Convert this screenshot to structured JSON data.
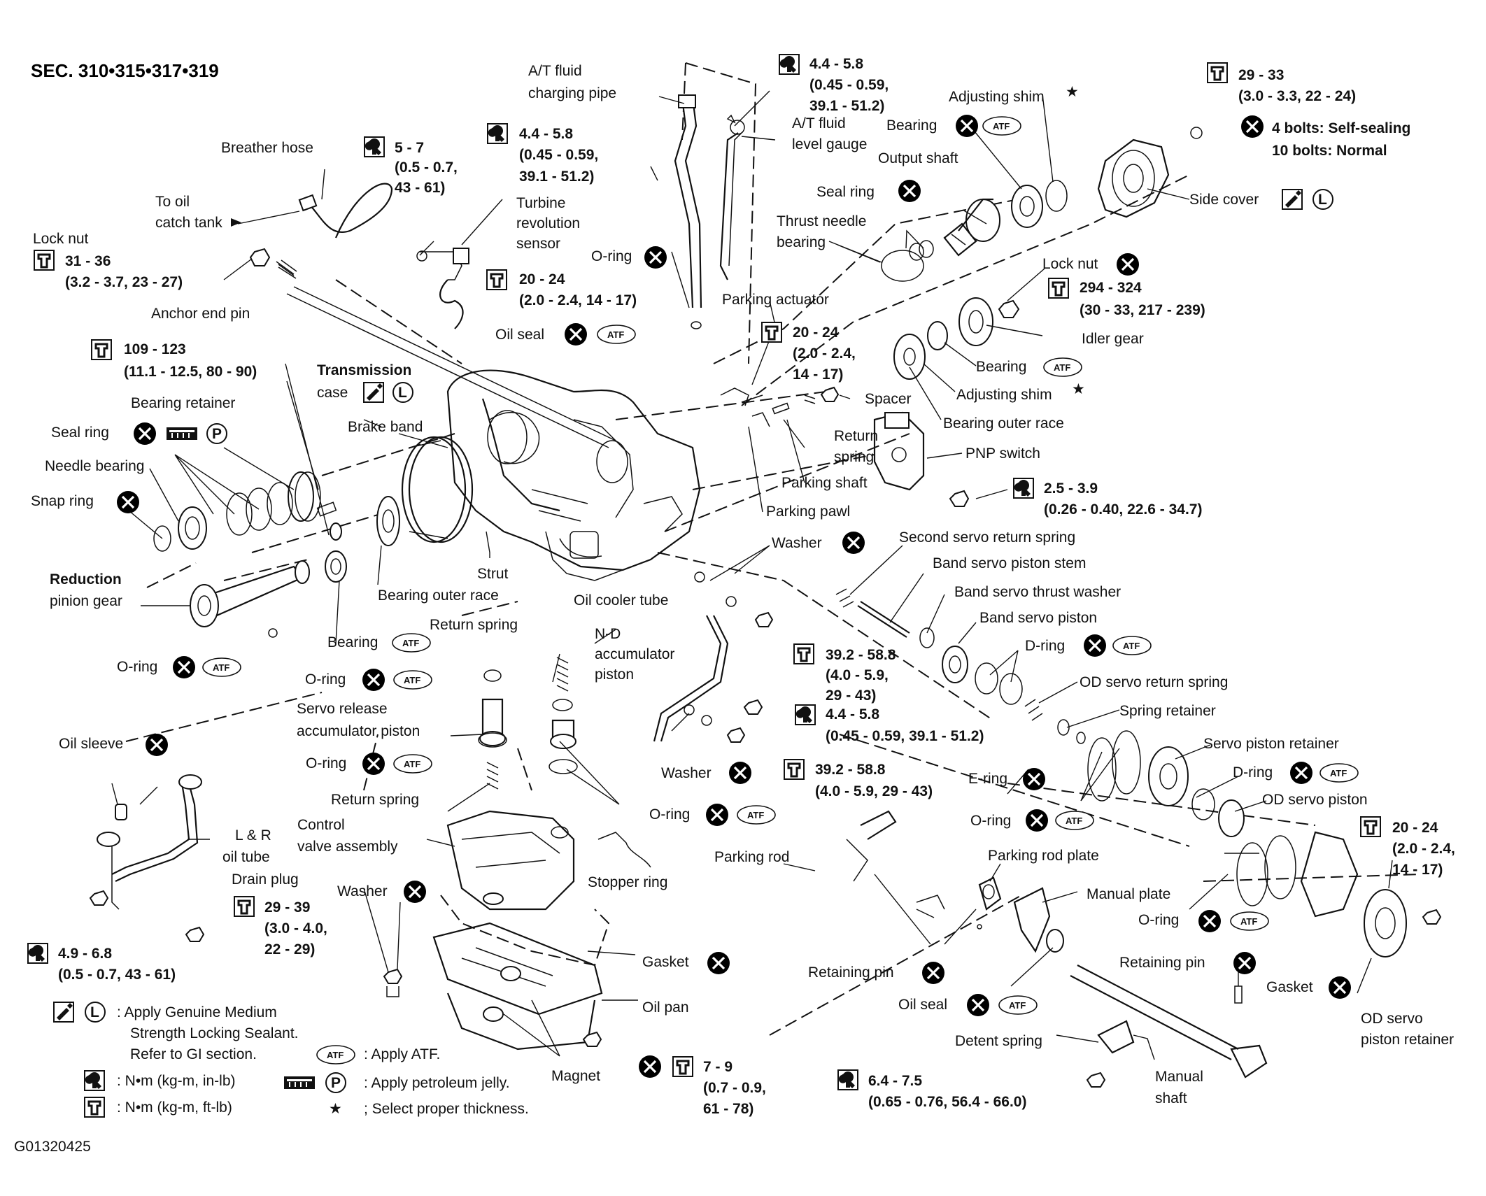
{
  "header": {
    "section": "SEC. 310•315•317•319"
  },
  "figure_id": "G01320425",
  "legend": {
    "sealant": {
      "text": ": Apply Genuine Medium",
      "line2": "Strength Locking Sealant.",
      "line3": "Refer to GI section."
    },
    "atf": {
      "text": ": Apply ATF."
    },
    "torque_lb": {
      "text": ": N•m (kg-m, in-lb)"
    },
    "jelly": {
      "text": ": Apply petroleum jelly."
    },
    "torque_ft": {
      "text": ": N•m (kg-m, ft-lb)"
    },
    "star": {
      "text": ";  Select proper thickness."
    },
    "atf_badge": "ATF",
    "letters": {
      "L": "L",
      "P": "P"
    },
    "star_glyph": "★"
  },
  "labels": {
    "at_fluid_charging_pipe": [
      "A/T fluid",
      "charging pipe"
    ],
    "torque_top_center": [
      "4.4 - 5.8",
      "(0.45 - 0.59,",
      "39.1 - 51.2)"
    ],
    "at_fluid_level_gauge": [
      "A/T fluid",
      "level gauge"
    ],
    "torque_sidecover": [
      "29 - 33",
      "(3.0 - 3.3, 22 - 24)"
    ],
    "bolts_note": [
      "4 bolts: Self-sealing",
      "10 bolts: Normal"
    ],
    "adjusting_shim_top": "Adjusting shim",
    "bearing_top": "Bearing",
    "output_shaft": "Output shaft",
    "side_cover": "Side cover",
    "breather_hose": "Breather hose",
    "torque_breather": [
      "5 - 7",
      "(0.5 - 0.7,",
      "43 - 61)"
    ],
    "torque_turbine": [
      "4.4 - 5.8",
      "(0.45 - 0.59,",
      "39.1 - 51.2)"
    ],
    "turbine_sensor": [
      "Turbine",
      "revolution",
      "sensor"
    ],
    "to_oil_catch_tank": [
      "To oil",
      "catch tank"
    ],
    "seal_ring_top": "Seal ring",
    "thrust_needle_bearing": [
      "Thrust needle",
      "bearing"
    ],
    "lock_nut_left": "Lock nut",
    "torque_locknut_left": [
      "31 - 36",
      "(3.2 - 3.7, 23 - 27)"
    ],
    "o_ring_top": "O-ring",
    "torque_20_24_a": [
      "20 - 24",
      "(2.0 - 2.4, 14 - 17)"
    ],
    "anchor_end_pin": "Anchor end pin",
    "lock_nut_right": "Lock nut",
    "torque_294": [
      "294 - 324",
      "(30 - 33, 217 - 239)"
    ],
    "parking_actuator": "Parking actuator",
    "oil_seal_top": "Oil seal",
    "idler_gear": "Idler gear",
    "torque_109": [
      "109 - 123",
      "(11.1 - 12.5, 80 - 90)"
    ],
    "torque_20_24_b": [
      "20 - 24",
      "(2.0 - 2.4,",
      "14 - 17)"
    ],
    "bearing_idler": "Bearing",
    "transmission_case": [
      "Transmission",
      "case"
    ],
    "adjusting_shim_mid": "Adjusting shim",
    "spacer": "Spacer",
    "bearing_retainer": "Bearing retainer",
    "bearing_outer_race_right": "Bearing outer race",
    "brake_band": "Brake band",
    "seal_ring_left": "Seal ring",
    "return_spring_park": [
      "Return",
      "spring"
    ],
    "pnp_switch": "PNP switch",
    "needle_bearing": "Needle bearing",
    "parking_shaft": "Parking shaft",
    "torque_25": [
      "2.5 - 3.9",
      "(0.26 - 0.40, 22.6 - 34.7)"
    ],
    "snap_ring": "Snap ring",
    "parking_pawl": "Parking pawl",
    "washer_top": "Washer",
    "second_servo_return_spring": "Second servo return spring",
    "strut": "Strut",
    "band_servo_piston_stem": "Band servo piston stem",
    "reduction_pinion_gear": [
      "Reduction",
      "pinion gear"
    ],
    "bearing_outer_race_left": "Bearing outer race",
    "oil_cooler_tube": "Oil cooler tube",
    "band_servo_thrust_washer": "Band servo thrust washer",
    "return_spring_mid": "Return spring",
    "nd_accumulator_piston": [
      "N-D",
      "accumulator",
      "piston"
    ],
    "band_servo_piston": "Band servo piston",
    "bearing_left": "Bearing",
    "torque_392_a": [
      "39.2 - 58.8",
      "(4.0 - 5.9,",
      "29 - 43)"
    ],
    "d_ring_top": "D-ring",
    "o_ring_left": "O-ring",
    "o_ring_mid1": "O-ring",
    "od_servo_return_spring": "OD servo return spring",
    "servo_release_accumulator_piston": [
      "Servo release",
      "accumulator piston"
    ],
    "torque_44_bottom": [
      "4.4 - 5.8",
      "(0.45 - 0.59, 39.1 - 51.2)"
    ],
    "spring_retainer": "Spring retainer",
    "oil_sleeve": "Oil sleeve",
    "o_ring_mid2": "O-ring",
    "servo_piston_retainer": "Servo piston retainer",
    "washer_mid": "Washer",
    "torque_392_b": [
      "39.2 - 58.8",
      "(4.0 - 5.9, 29 - 43)"
    ],
    "e_ring": "E-ring",
    "d_ring_right": "D-ring",
    "return_spring_low": "Return spring",
    "od_servo_piston": "OD servo piston",
    "control_valve_assembly": [
      "Control",
      "valve assembly"
    ],
    "o_ring_cv": "O-ring",
    "o_ring_servo": "O-ring",
    "lr_oil_tube": [
      "L & R",
      "oil tube"
    ],
    "torque_20_24_c": [
      "20 - 24",
      "(2.0 - 2.4,",
      "14 - 17)"
    ],
    "parking_rod": "Parking rod",
    "parking_rod_plate": "Parking rod plate",
    "drain_plug": "Drain plug",
    "washer_drain": "Washer",
    "stopper_ring": "Stopper ring",
    "torque_drain": [
      "29 - 39",
      "(3.0 - 4.0,",
      "22 - 29)"
    ],
    "manual_plate": "Manual plate",
    "o_ring_od": "O-ring",
    "torque_49": [
      "4.9 - 6.8",
      "(0.5 - 0.7, 43 - 61)"
    ],
    "gasket_pan": "Gasket",
    "retaining_pin_right": "Retaining pin",
    "gasket_od": "Gasket",
    "retaining_pin_left": "Retaining pin",
    "oil_pan": "Oil pan",
    "oil_seal_bottom": "Oil seal",
    "od_servo_piston_retainer": [
      "OD servo",
      "piston retainer"
    ],
    "detent_spring": "Detent spring",
    "magnet": "Magnet",
    "torque_7_9": [
      "7 - 9",
      "(0.7 - 0.9,",
      "61 - 78)"
    ],
    "torque_64": [
      "6.4 - 7.5",
      "(0.65 - 0.76, 56.4 - 66.0)"
    ],
    "manual_shaft": [
      "Manual",
      "shaft"
    ]
  }
}
